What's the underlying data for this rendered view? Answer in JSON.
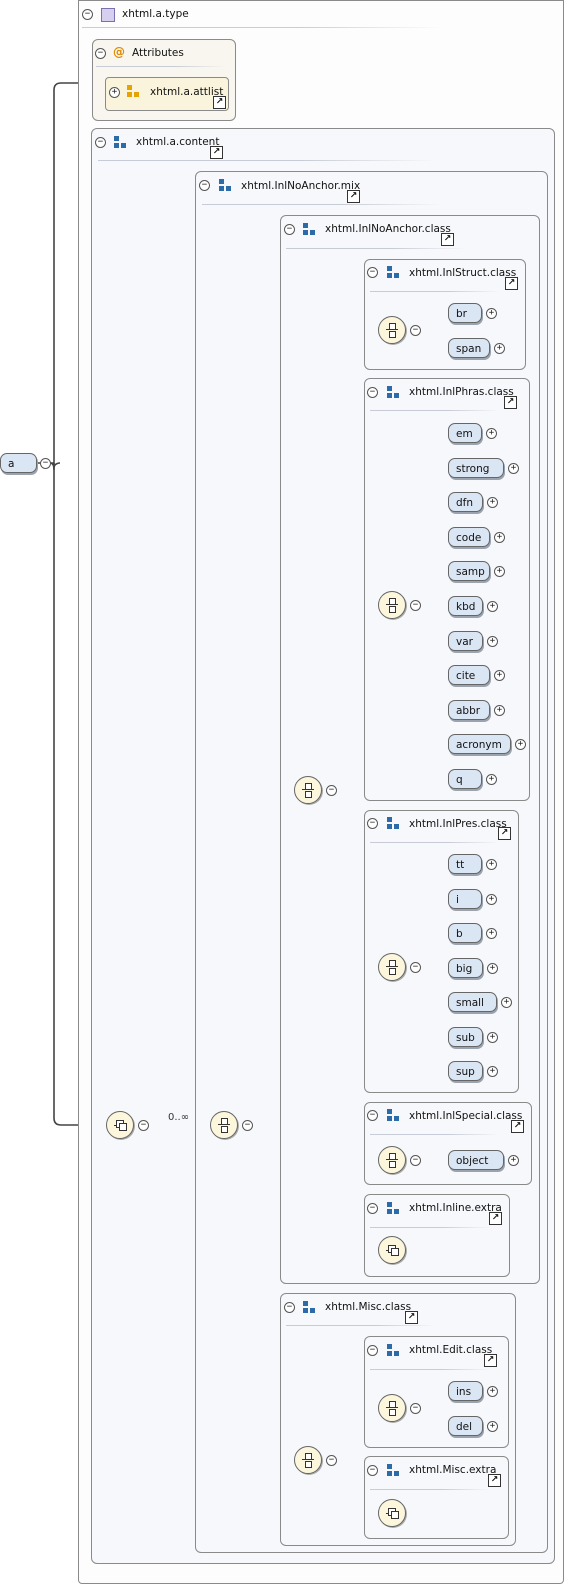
{
  "root": {
    "label": "a",
    "type_label": "xhtml.a.type"
  },
  "attributes": {
    "header": "Attributes",
    "symbol": "@",
    "attlist": "xhtml.a.attlist"
  },
  "groups": {
    "content": "xhtml.a.content",
    "inlnoanchor_mix": "xhtml.InlNoAnchor.mix",
    "inlnoanchor_class": "xhtml.InlNoAnchor.class",
    "inlstruct": "xhtml.InlStruct.class",
    "inlphras": "xhtml.InlPhras.class",
    "inlpres": "xhtml.InlPres.class",
    "inlspecial": "xhtml.InlSpecial.class",
    "inline_extra": "xhtml.Inline.extra",
    "misc_class": "xhtml.Misc.class",
    "edit": "xhtml.Edit.class",
    "misc_extra": "xhtml.Misc.extra"
  },
  "occurrence": "0..∞",
  "elements": {
    "inlstruct": [
      "br",
      "span"
    ],
    "inlphras": [
      "em",
      "strong",
      "dfn",
      "code",
      "samp",
      "kbd",
      "var",
      "cite",
      "abbr",
      "acronym",
      "q"
    ],
    "inlpres": [
      "tt",
      "i",
      "b",
      "big",
      "small",
      "sub",
      "sup"
    ],
    "inlspecial": [
      "object"
    ],
    "edit": [
      "ins",
      "del"
    ]
  },
  "icons": {
    "collapse": "minus-icon",
    "expand": "plus-icon",
    "reference": "arrow-link-icon",
    "group": "model-group-icon",
    "type": "complex-type-icon",
    "choice": "choice-compositor-icon",
    "sequence": "sequence-compositor-icon"
  },
  "colors": {
    "element_fill": "#dbe6f5",
    "compositor_fill": "#fbf6dc",
    "attr_accent": "#e08a00",
    "group_icon": "#2c6aa8",
    "type_icon": "#d7cff0"
  }
}
